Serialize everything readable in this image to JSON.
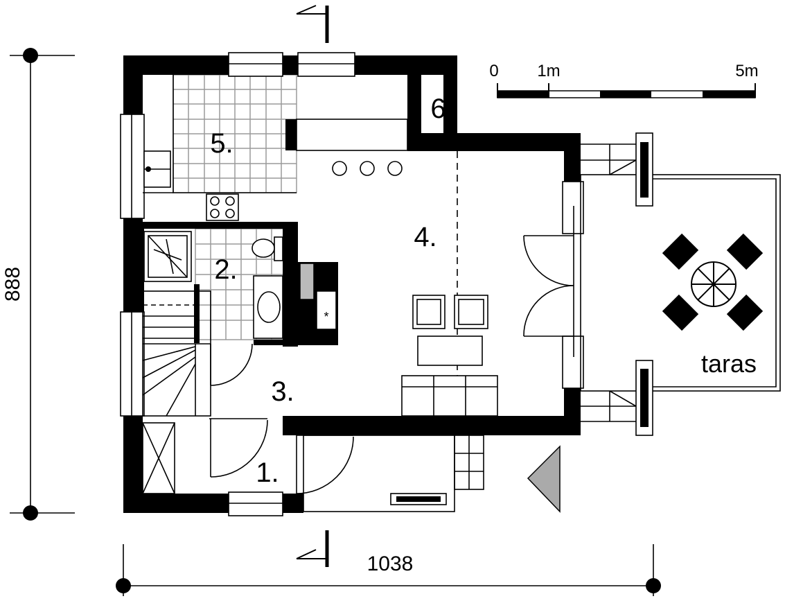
{
  "rooms": {
    "r1": "1.",
    "r2": "2.",
    "r3": "3.",
    "r4": "4.",
    "r5": "5.",
    "r6": "6."
  },
  "terrace_label": "taras",
  "dimensions": {
    "width": "1038",
    "height": "888"
  },
  "scale_bar": {
    "tick_0": "0",
    "tick_1": "1m",
    "tick_5": "5m"
  }
}
